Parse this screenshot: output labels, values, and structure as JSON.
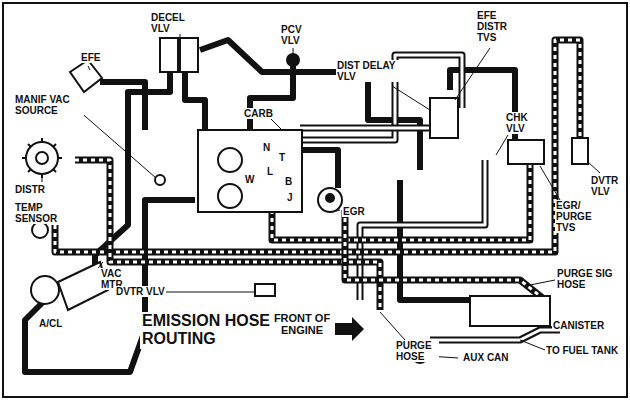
{
  "diagram": {
    "title": "EMISSION HOSE ROUTING",
    "labels": [
      "DECEL VLV",
      "PCV VLV",
      "DIST DELAY VLV",
      "EFE DISTR TVS",
      "DVTR VLV",
      "EFE",
      "MANIF VAC SOURCE",
      "CARB",
      "CHK VLV",
      "EGR/ PURGE TVS",
      "DISTR",
      "EGR",
      "TEMP SENSOR",
      "A/CL",
      "VAC MTR",
      "DVTR VLV",
      "PURGE SIG HOSE",
      "CANISTER",
      "TO FUEL TANK",
      "AUX CAN",
      "PURGE HOSE",
      "FRONT OF ENGINE",
      "N",
      "T",
      "L",
      "B",
      "J",
      "W"
    ]
  }
}
